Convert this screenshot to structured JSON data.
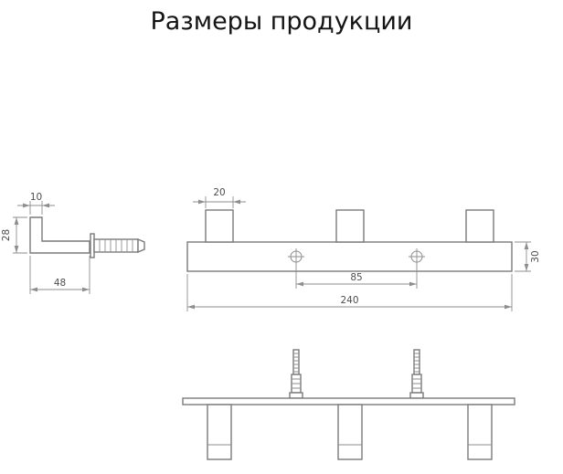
{
  "title": "Размеры продукции",
  "dimensions": {
    "side_view": {
      "top_width": "10",
      "height": "28",
      "depth": "48"
    },
    "front_view": {
      "hook_width": "20",
      "hole_spacing": "85",
      "total_length": "240",
      "height": "30"
    }
  },
  "colors": {
    "line": "#7a7a7a",
    "dim_line": "#8e8e8e",
    "text": "#4d4d4d",
    "title_text": "#141414"
  }
}
